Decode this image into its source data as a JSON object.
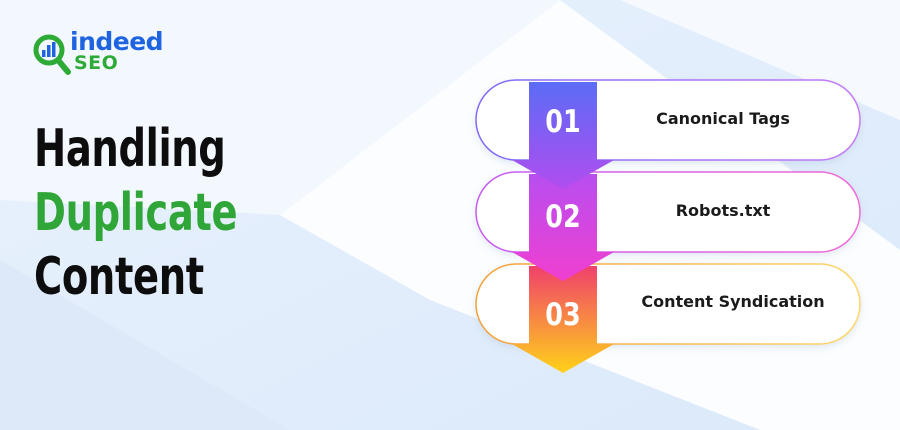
{
  "logo": {
    "brand_top": "indeed",
    "brand_bottom": "SEO",
    "icon": "magnifier-chart-icon"
  },
  "heading": {
    "line1": "Handling",
    "line2": "Duplicate",
    "line3": "Content"
  },
  "steps": [
    {
      "number": "01",
      "label": "Canonical Tags"
    },
    {
      "number": "02",
      "label": "Robots.txt"
    },
    {
      "number": "03",
      "label": "Content Syndication"
    }
  ],
  "colors": {
    "heading_dark": "#0d0d0d",
    "heading_green": "#2fa637",
    "logo_blue": "#1e63e0",
    "logo_green": "#2eaa37",
    "step1_gradient": [
      "#5b6cf5",
      "#b14df0"
    ],
    "step2_gradient": [
      "#b84ef0",
      "#f03fd0"
    ],
    "step3_gradient": [
      "#f0406c",
      "#ffd21a"
    ]
  }
}
